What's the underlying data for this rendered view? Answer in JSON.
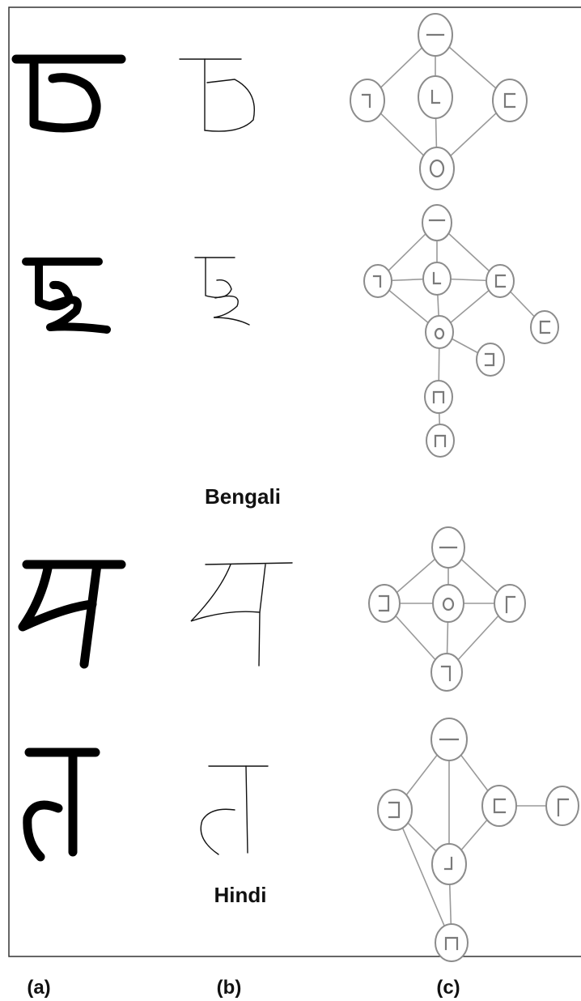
{
  "figure": {
    "panel_labels": {
      "a": "(a)",
      "b": "(b)",
      "c": "(c)"
    },
    "script_labels": {
      "bengali": "Bengali",
      "hindi": "Hindi"
    }
  },
  "graphs": [
    {
      "name": "bengali-1",
      "nodes": [
        [
          "top",
          "hbar"
        ],
        [
          "left",
          "rbracket"
        ],
        [
          "center",
          "lcorner"
        ],
        [
          "right",
          "lbracket"
        ],
        [
          "bottom",
          "circle"
        ]
      ],
      "edges": [
        [
          "top",
          "left"
        ],
        [
          "top",
          "center"
        ],
        [
          "top",
          "right"
        ],
        [
          "left",
          "bottom"
        ],
        [
          "center",
          "bottom"
        ],
        [
          "right",
          "bottom"
        ]
      ]
    },
    {
      "name": "bengali-2",
      "nodes": [
        [
          "top",
          "hbar"
        ],
        [
          "left",
          "rbracket"
        ],
        [
          "center",
          "lcorner"
        ],
        [
          "right",
          "lbracket"
        ],
        [
          "right2",
          "lbracket"
        ],
        [
          "mid",
          "smallcircle"
        ],
        [
          "side",
          "rbracket"
        ],
        [
          "low1",
          "cap"
        ],
        [
          "low2",
          "cap"
        ]
      ],
      "edges": [
        [
          "top",
          "left"
        ],
        [
          "top",
          "center"
        ],
        [
          "top",
          "right"
        ],
        [
          "left",
          "center"
        ],
        [
          "center",
          "right"
        ],
        [
          "right",
          "right2"
        ],
        [
          "left",
          "mid"
        ],
        [
          "center",
          "mid"
        ],
        [
          "right",
          "mid"
        ],
        [
          "mid",
          "side"
        ],
        [
          "mid",
          "low1"
        ],
        [
          "low1",
          "low2"
        ]
      ]
    },
    {
      "name": "hindi-1",
      "nodes": [
        [
          "top",
          "hbar"
        ],
        [
          "left",
          "rbracket"
        ],
        [
          "center",
          "smallcircle"
        ],
        [
          "right",
          "topleft"
        ],
        [
          "bottom",
          "rbracket"
        ]
      ],
      "edges": [
        [
          "top",
          "left"
        ],
        [
          "top",
          "center"
        ],
        [
          "top",
          "right"
        ],
        [
          "left",
          "center"
        ],
        [
          "center",
          "right"
        ],
        [
          "left",
          "bottom"
        ],
        [
          "center",
          "bottom"
        ],
        [
          "right",
          "bottom"
        ]
      ]
    },
    {
      "name": "hindi-2",
      "nodes": [
        [
          "top",
          "hbar"
        ],
        [
          "left",
          "rbracket"
        ],
        [
          "right",
          "lbracket"
        ],
        [
          "right2",
          "topleft"
        ],
        [
          "center",
          "jhook"
        ],
        [
          "bottom",
          "cap"
        ]
      ],
      "edges": [
        [
          "top",
          "left"
        ],
        [
          "top",
          "center"
        ],
        [
          "top",
          "right"
        ],
        [
          "right",
          "right2"
        ],
        [
          "left",
          "center"
        ],
        [
          "right",
          "center"
        ],
        [
          "left",
          "bottom"
        ],
        [
          "center",
          "bottom"
        ]
      ]
    }
  ]
}
